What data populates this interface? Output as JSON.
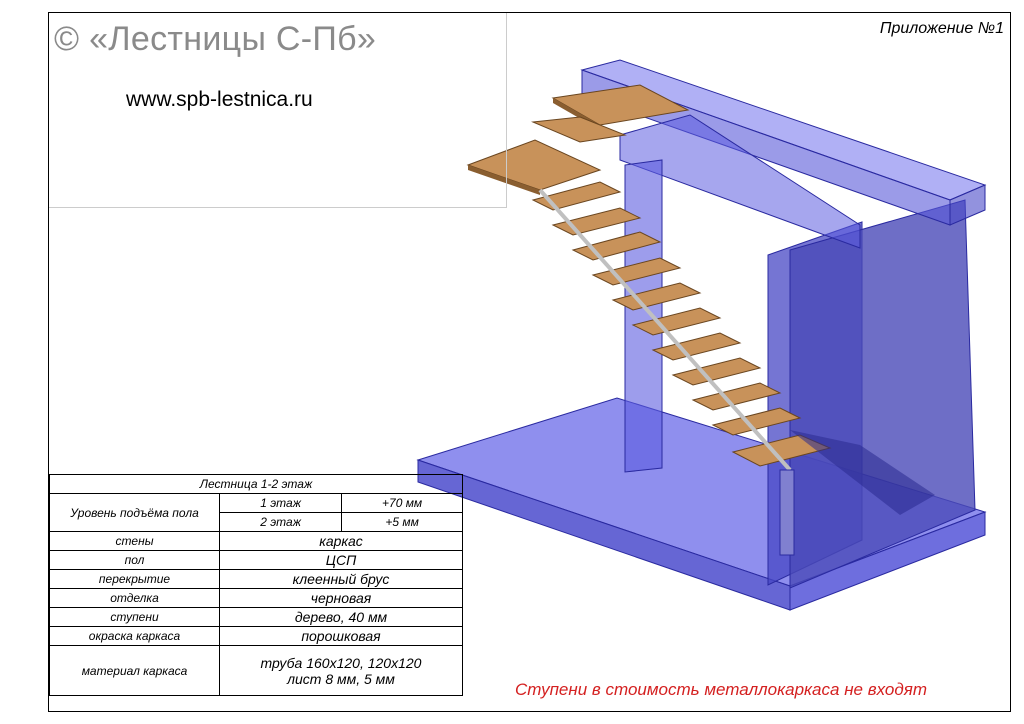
{
  "header": {
    "copyright": "© «Лестницы С-Пб»",
    "website": "www.spb-lestnica.ru",
    "appendix": "Приложение №1"
  },
  "spec_table": {
    "title": "Лестница 1-2 этаж",
    "floor_level_label": "Уровень подъёма пола",
    "floor1_label": "1 этаж",
    "floor1_value": "+70 мм",
    "floor2_label": "2 этаж",
    "floor2_value": "+5 мм",
    "rows": [
      {
        "label": "стены",
        "value": "каркас"
      },
      {
        "label": "пол",
        "value": "ЦСП"
      },
      {
        "label": "перекрытие",
        "value": "клеенный брус"
      },
      {
        "label": "отделка",
        "value": "черновая"
      },
      {
        "label": "ступени",
        "value": "дерево, 40 мм"
      },
      {
        "label": "окраска каркаса",
        "value": "порошковая"
      }
    ],
    "material_label": "материал каркаса",
    "material_line1": "труба 160х120, 120х120",
    "material_line2": "лист 8 мм, 5 мм"
  },
  "note": "Ступени в стоимость металлокаркаса не входят",
  "colors": {
    "glass": "#5c5ce0",
    "glass_edge": "#2a2aa0",
    "wood": "#c8925a",
    "wood_edge": "#6a4620",
    "note": "#d42020"
  }
}
